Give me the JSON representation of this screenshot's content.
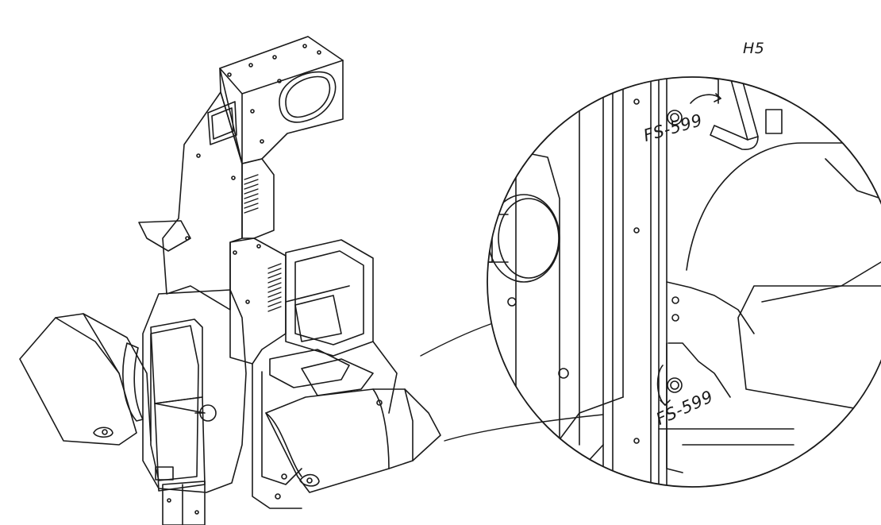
{
  "labels": {
    "hex_key": "H5",
    "screw_top": "FS-599",
    "screw_bottom": "FS-599"
  },
  "colors": {
    "line": "#1a1a1a",
    "background": "#ffffff"
  }
}
